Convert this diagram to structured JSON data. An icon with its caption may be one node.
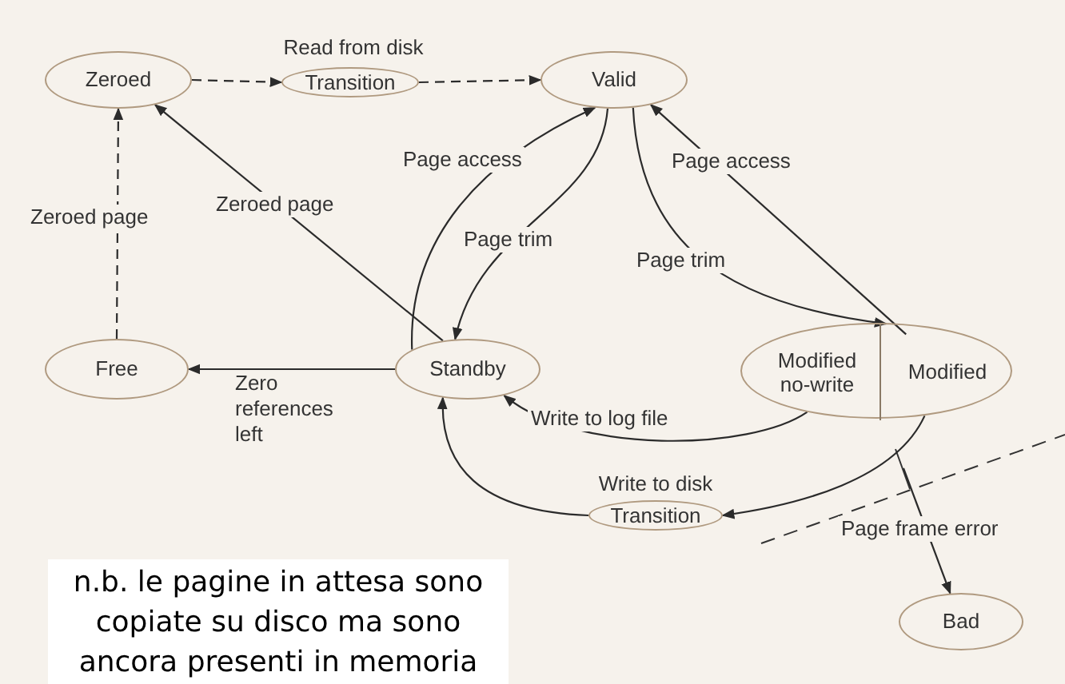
{
  "diagram": {
    "nodes": [
      {
        "text": [
          "Zeroed"
        ]
      },
      {
        "text": [
          "Transition"
        ],
        "beside": [
          "Read from disk"
        ]
      },
      {
        "text": [
          "Valid"
        ]
      },
      {
        "text": [
          "Free"
        ]
      },
      {
        "text": [
          "Standby"
        ]
      },
      {
        "text": [],
        "shape": "ellipse"
      },
      {
        "text": [
          "Modified no-write"
        ],
        "in": 5
      },
      {
        "text": [
          "Modified"
        ],
        "in": 5
      },
      {
        "text": [
          "Transition"
        ],
        "beside": [
          "Write to disk"
        ]
      },
      {
        "text": [
          "Bad"
        ]
      },
      {
        "text": [
          "n.b. le pagine in attesa sono copiate su disco ma sono ancora presenti in memoria"
        ]
      }
    ],
    "edges": [
      {
        "from": 0,
        "to": 1,
        "arrow": "to",
        "style": "dashed"
      },
      {
        "from": 1,
        "to": 2,
        "arrow": "to",
        "style": "dashed"
      },
      {
        "from": 3,
        "to": 0,
        "arrow": "to",
        "style": "dashed",
        "label": "Zeroed page"
      },
      {
        "from": 4,
        "to": 0,
        "arrow": "to",
        "label": "Zeroed page"
      },
      {
        "from": 4,
        "to": 2,
        "arrow": "to",
        "label": "Page access"
      },
      {
        "from": 2,
        "to": 4,
        "arrow": "to",
        "label": "Page trim"
      },
      {
        "from": 2,
        "to": 7,
        "arrow": "to",
        "label": "Page trim"
      },
      {
        "from": 7,
        "to": 2,
        "arrow": "to",
        "label": "Page access"
      },
      {
        "from": 4,
        "to": 3,
        "arrow": "to",
        "label": "Zero references left"
      },
      {
        "from": 6,
        "to": 4,
        "arrow": "to",
        "label": "Write to log file"
      },
      {
        "from": 7,
        "to": 8,
        "arrow": "to"
      },
      {
        "from": 8,
        "to": 4,
        "arrow": "to"
      },
      {
        "from": null,
        "to": 9,
        "arrow": "to",
        "label": "Page frame error"
      }
    ]
  }
}
